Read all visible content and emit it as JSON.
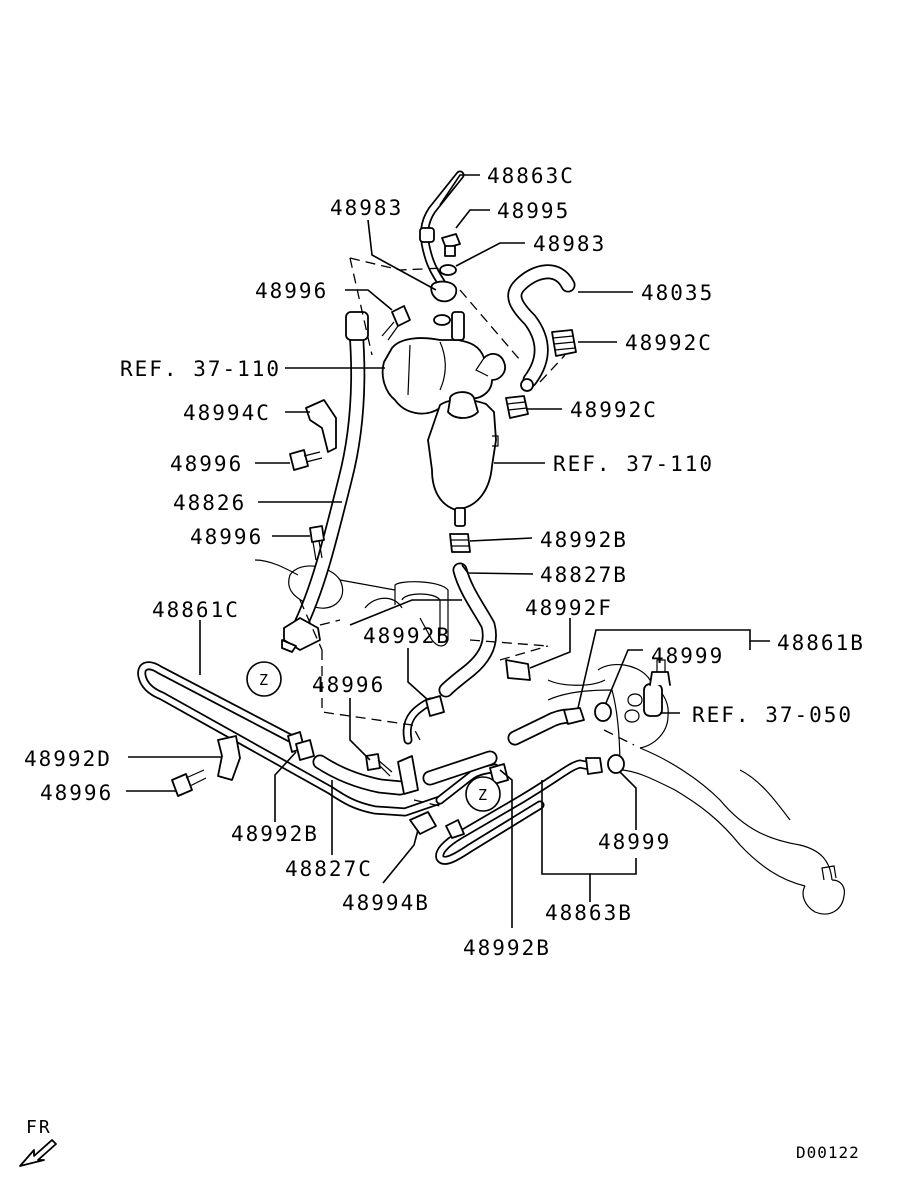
{
  "labels": {
    "p48863C": "48863C",
    "p48983_top": "48983",
    "p48995": "48995",
    "p48983_right": "48983",
    "p48996_top": "48996",
    "p48035": "48035",
    "p48992C_a": "48992C",
    "ref37_110_left": "REF. 37-110",
    "p48994C": "48994C",
    "p48992C_b": "48992C",
    "p48996_mid": "48996",
    "ref37_110_right": "REF. 37-110",
    "p48826": "48826",
    "p48996_low": "48996",
    "p48992B_a": "48992B",
    "p48827B": "48827B",
    "p48861C": "48861C",
    "p48992F": "48992F",
    "p48992B_b": "48992B",
    "p48861B": "48861B",
    "p48999_a": "48999",
    "p48996_center": "48996",
    "ref37_050": "REF. 37-050",
    "p48992D": "48992D",
    "p48996_left": "48996",
    "p48992B_c": "48992B",
    "p48827C": "48827C",
    "p48999_b": "48999",
    "p48994B": "48994B",
    "p48863B": "48863B",
    "p48992B_d": "48992B",
    "z_left": "Z",
    "z_right": "Z",
    "fr": "FR",
    "code": "D00122"
  }
}
